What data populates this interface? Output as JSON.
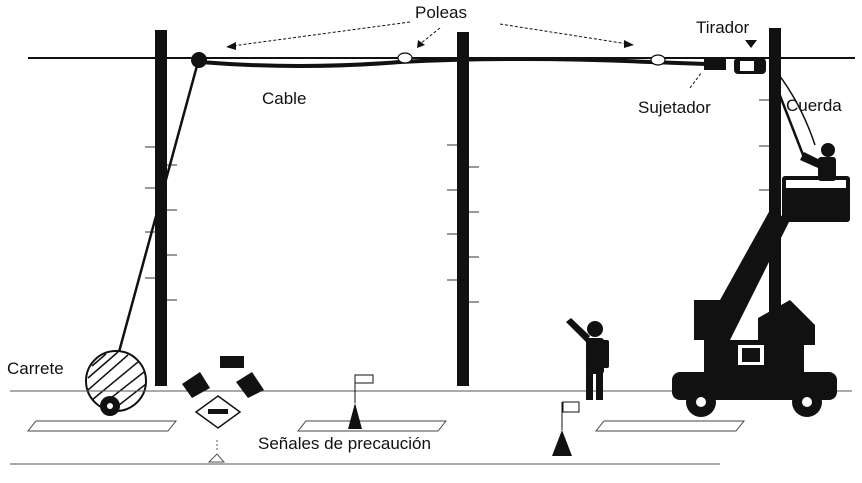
{
  "labels": {
    "poleas": "Poleas",
    "tirador": "Tirador",
    "cable": "Cable",
    "sujetador": "Sujetador",
    "cuerda": "Cuerda",
    "carrete": "Carrete",
    "senales": "Señales de precaución"
  },
  "colors": {
    "ink": "#111111",
    "paper": "#ffffff",
    "road": "#555555"
  }
}
